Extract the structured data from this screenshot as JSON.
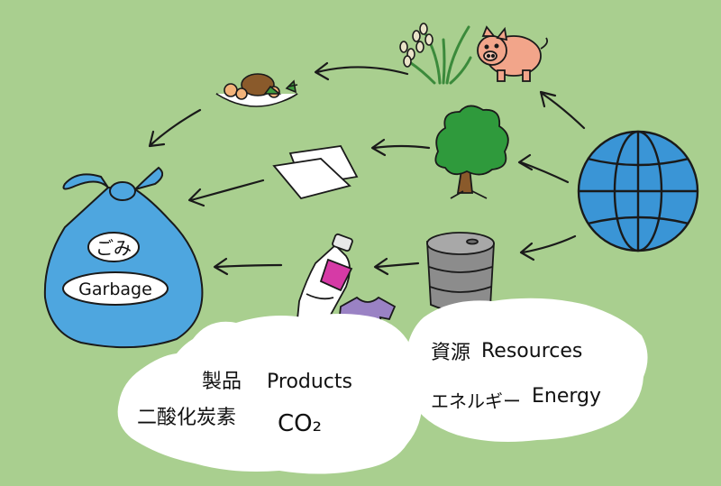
{
  "bag": {
    "label_jp": "ごみ",
    "label_en": "Garbage"
  },
  "products_box": {
    "line1_jp": "製品",
    "line1_en": "Products",
    "line2_jp": "二酸化炭素",
    "line2_en": "CO₂"
  },
  "resources_box": {
    "line1_jp": "資源",
    "line1_en": "Resources",
    "line2_jp": "エネルギー",
    "line2_en": "Energy"
  },
  "colors": {
    "background": "#a9cf8f",
    "bag_blue": "#4ea6df",
    "globe_blue": "#3a95d6",
    "tree_green": "#2f9a3c",
    "tree_trunk": "#8a5a2b",
    "pig_pink": "#f2a58a",
    "bottle_cap": "#e8e8e8",
    "bottle_label": "#d63aa6",
    "shirt_purple": "#9a82c4",
    "barrel_gray": "#8c8c8c",
    "callout_white": "#ffffff"
  },
  "icons": [
    "globe-icon",
    "tree-icon",
    "rice-plant-icon",
    "pig-icon",
    "food-plate-icon",
    "paper-sheets-icon",
    "oil-barrel-icon",
    "plastic-bottle-icon",
    "t-shirt-icon",
    "garbage-bag-icon"
  ]
}
